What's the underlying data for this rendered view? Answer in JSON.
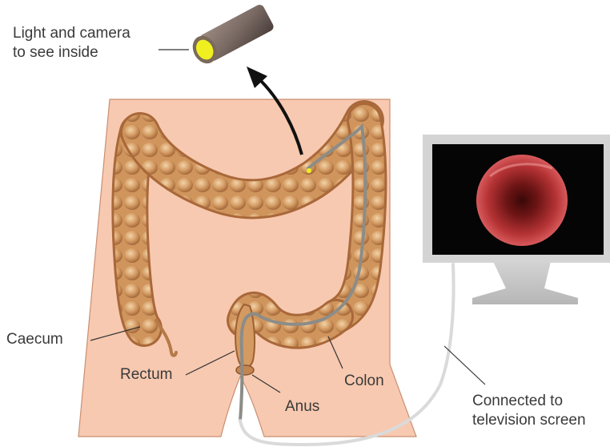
{
  "labels": {
    "camera_line1": "Light and camera",
    "camera_line2": "to see inside",
    "caecum": "Caecum",
    "rectum": "Rectum",
    "anus": "Anus",
    "colon": "Colon",
    "screen_line1": "Connected to",
    "screen_line2": "television screen"
  },
  "icons": [
    "camera-tip-icon",
    "arrow-icon",
    "monitor-icon"
  ],
  "colors": {
    "skin": "#f7c9b0",
    "skin_outline": "#c98f72",
    "colon_base": "#d8a06b",
    "colon_dark": "#a9683a",
    "endoscope": "#8c8c88",
    "monitor_frame": "#d4d4d4",
    "monitor_screen": "#050505",
    "camera_light": "#f0f020"
  }
}
